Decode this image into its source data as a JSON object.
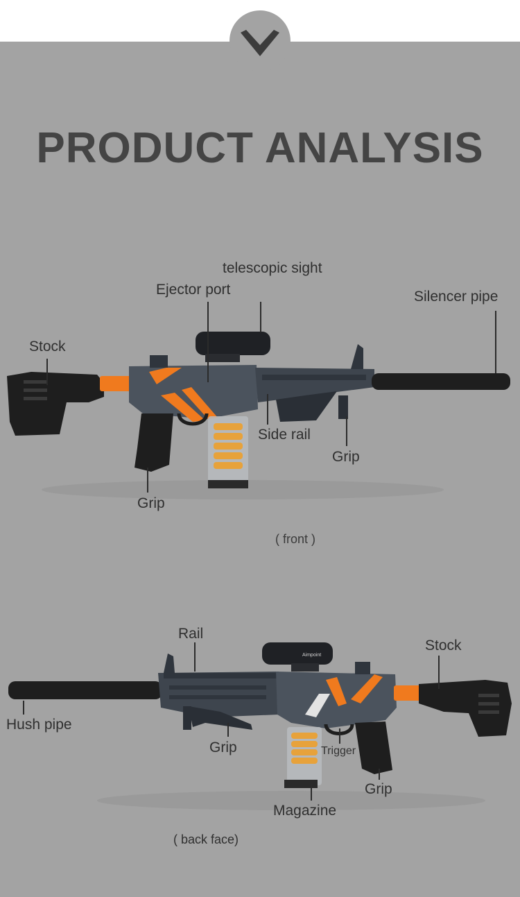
{
  "header": {
    "scroll_icon": "chevron-down-icon",
    "title": "PRODUCT ANALYSIS"
  },
  "front": {
    "caption": "( front )",
    "labels": {
      "telescopic_sight": "telescopic sight",
      "ejector_port": "Ejector port",
      "silencer_pipe": "Silencer pipe",
      "stock": "Stock",
      "side_rail": "Side rail",
      "grip_fore": "Grip",
      "grip_rear": "Grip"
    }
  },
  "back": {
    "caption": "( back face)",
    "labels": {
      "rail": "Rail",
      "stock": "Stock",
      "hush_pipe": "Hush pipe",
      "grip_fore": "Grip",
      "trigger": "Trigger",
      "grip_rear": "Grip",
      "magazine": "Magazine"
    },
    "scope_brand": "Aimpoint"
  },
  "colors": {
    "background": "#a3a3a3",
    "top_band": "#ffffff",
    "title": "#444444",
    "accent_orange": "#f07a1e",
    "body_gray": "#4b535d",
    "black": "#1e1e1e",
    "magazine_rounds": "#e7a23b"
  }
}
